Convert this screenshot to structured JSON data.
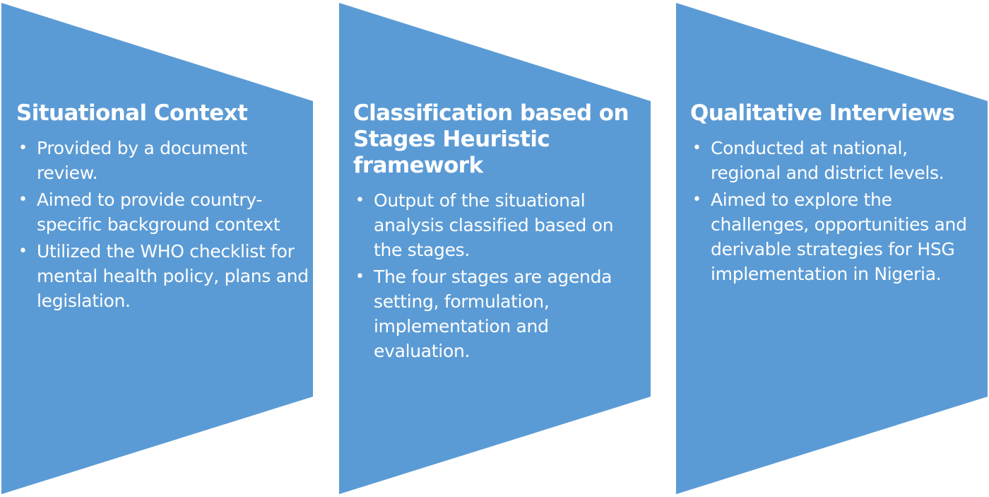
{
  "colors": {
    "panel_fill": "#5b9bd5",
    "text": "#ffffff"
  },
  "panels": [
    {
      "title": "Situational Context",
      "bullets": [
        "Provided by a document review.",
        "Aimed to provide country-specific background context",
        "Utilized the WHO checklist for mental health policy, plans and legislation."
      ]
    },
    {
      "title": "Classification based on Stages Heuristic framework",
      "bullets": [
        "Output of the situational analysis classified based on the stages.",
        "The four stages are agenda setting, formulation, implementation and evaluation."
      ]
    },
    {
      "title": "Qualitative Interviews",
      "bullets": [
        "Conducted at national, regional and district levels.",
        "Aimed to explore the challenges, opportunities and derivable strategies for HSG implementation in Nigeria."
      ]
    }
  ]
}
